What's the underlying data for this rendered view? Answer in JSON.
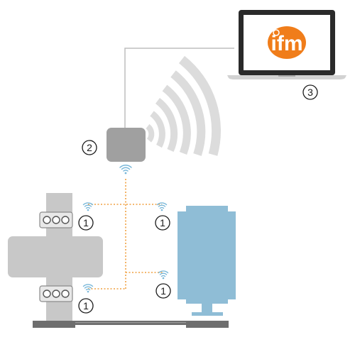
{
  "logo": {
    "text": "ifm",
    "accent_color": "#f07d1a"
  },
  "callouts": {
    "sensor_label": "1",
    "gateway_label": "2",
    "laptop_label": "3"
  },
  "colors": {
    "wireless_waves": "#dcdcdc",
    "wifi_icon": "#7ab8d9",
    "sensor_links": "#f0a040",
    "motor_body": "#8fbdd6",
    "machine_grey": "#c8c8c8",
    "shaft_dark": "#6e6e6e",
    "laptop_frame": "#2a2a2a"
  }
}
